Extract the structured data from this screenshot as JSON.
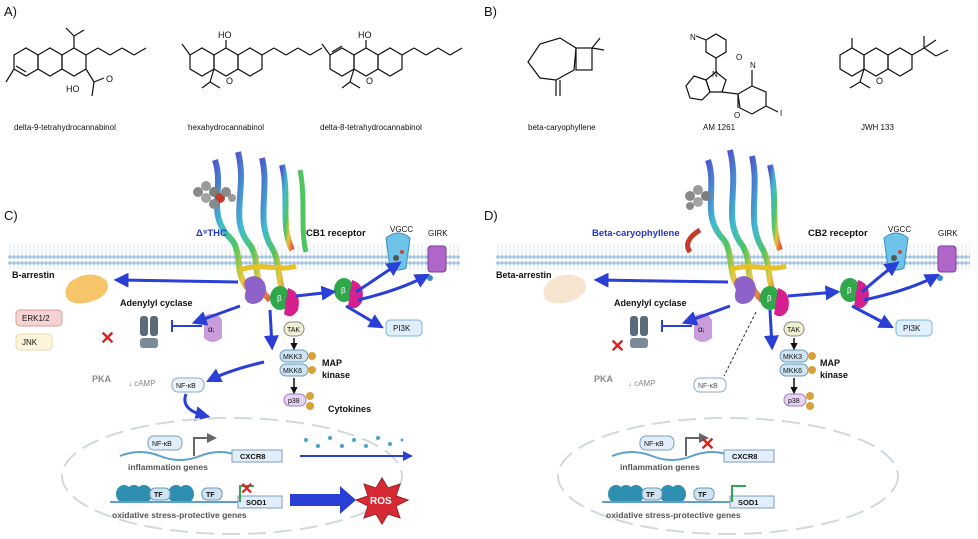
{
  "panels": {
    "a": "A)",
    "b": "B)",
    "c": "C)",
    "d": "D)"
  },
  "molecules": {
    "d9thc": {
      "name": "delta-9-tetrahydrocannabinol",
      "oh": "HO",
      "o": "O"
    },
    "hhc": {
      "name": "hexahydrocannabinol",
      "ho": "HO",
      "o": "O"
    },
    "d8thc": {
      "name": "delta-8-tetrahydrocannabinol",
      "ho": "HO",
      "o": "O"
    },
    "bcp": {
      "name": "beta-caryophyllene"
    },
    "am1261": {
      "name": "AM 1261",
      "n": "N",
      "nitro_o": "O",
      "nitro_n": "N",
      "o": "O",
      "i": "I",
      "n2": "N"
    },
    "jwh133": {
      "name": "JWH 133",
      "o": "O"
    }
  },
  "panel_c": {
    "ligand": "Δ⁹THC",
    "receptor": "CB1 receptor",
    "vgcc": "VGCC",
    "girk": "GIRK",
    "arrestin": "B-arrestin",
    "adenylyl": "Adenylyl cyclase",
    "erk": "ERK1/2",
    "jnk": "JNK",
    "pka": "PKA",
    "camp": "↓ cAMP",
    "nfkb": "NF-κB",
    "pi3k": "PI3K",
    "tak": "TAK",
    "mkk3": "MKK3",
    "mkk6": "MKK6",
    "p38": "p38",
    "map": "MAP",
    "kinase": "kinase",
    "cytokines": "Cytokines",
    "alpha": "αᵢ",
    "beta": "β",
    "nucleus_nfkb": "NF-κB",
    "inflammation": "inflammation genes",
    "cxcr8": "CXCR8",
    "tf1": "TF",
    "tf2": "TF",
    "sod1": "SOD1",
    "oxidative": "oxidative stress-protective genes",
    "ros": "ROS"
  },
  "panel_d": {
    "ligand": "Beta-caryophyllene",
    "receptor": "CB2 receptor",
    "vgcc": "VGCC",
    "girk": "GIRK",
    "arrestin": "Beta-arrestin",
    "adenylyl": "Adenylyl cyclase",
    "pka": "PKA",
    "camp": "↓ cAMP",
    "nfkb": "NF-κB",
    "pi3k": "PI3K",
    "tak": "TAK",
    "mkk3": "MKK3",
    "mkk6": "MKK6",
    "p38": "p38",
    "map": "MAP",
    "kinase": "kinase",
    "alpha": "αᵢ",
    "beta": "β",
    "nucleus_nfkb": "NF-κB",
    "inflammation": "inflammation genes",
    "cxcr8": "CXCR8",
    "tf1": "TF",
    "tf2": "TF",
    "sod1": "SOD1",
    "oxidative": "oxidative stress-protective genes"
  },
  "colors": {
    "arrow_blue": "#2a3fd6",
    "membrane_blue": "#8fb6d8",
    "ligand_blue": "#1f35d0",
    "red_x": "#e0201b",
    "gi_purple": "#8e63c9",
    "g_green": "#2ea84a",
    "magenta": "#d6208e"
  }
}
